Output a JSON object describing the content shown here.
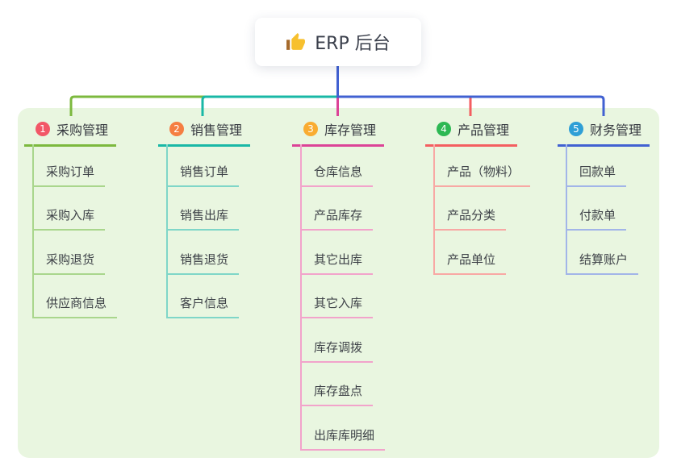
{
  "root": {
    "title": "ERP 后台",
    "icon": "thumbs-up-icon"
  },
  "canvas": {
    "panel_color": "#e9f6e0"
  },
  "connector": {
    "stem_color": "#4161d2"
  },
  "branches": [
    {
      "badge": "1",
      "label": "采购管理",
      "color": "#7cb93e",
      "light_color": "#a9d68c",
      "badge_color": "#f25767",
      "children": [
        {
          "label": "采购订单"
        },
        {
          "label": "采购入库"
        },
        {
          "label": "采购退货"
        },
        {
          "label": "供应商信息"
        }
      ]
    },
    {
      "badge": "2",
      "label": "销售管理",
      "color": "#19b8a6",
      "light_color": "#7fd6c8",
      "badge_color": "#f57e42",
      "children": [
        {
          "label": "销售订单"
        },
        {
          "label": "销售出库"
        },
        {
          "label": "销售退货"
        },
        {
          "label": "客户信息"
        }
      ]
    },
    {
      "badge": "3",
      "label": "库存管理",
      "color": "#dc4397",
      "light_color": "#f2a3cb",
      "badge_color": "#f9ac31",
      "children": [
        {
          "label": "仓库信息"
        },
        {
          "label": "产品库存"
        },
        {
          "label": "其它出库"
        },
        {
          "label": "其它入库"
        },
        {
          "label": "库存调拨"
        },
        {
          "label": "库存盘点"
        },
        {
          "label": "出库库明细"
        }
      ]
    },
    {
      "badge": "4",
      "label": "产品管理",
      "color": "#f45e60",
      "light_color": "#f8a8a4",
      "badge_color": "#2db853",
      "children": [
        {
          "label": "产品（物料）"
        },
        {
          "label": "产品分类"
        },
        {
          "label": "产品单位"
        }
      ]
    },
    {
      "badge": "5",
      "label": "财务管理",
      "color": "#4161d2",
      "light_color": "#a2b5e8",
      "badge_color": "#2f9fd6",
      "children": [
        {
          "label": "回款单"
        },
        {
          "label": "付款单"
        },
        {
          "label": "结算账户"
        }
      ]
    }
  ]
}
